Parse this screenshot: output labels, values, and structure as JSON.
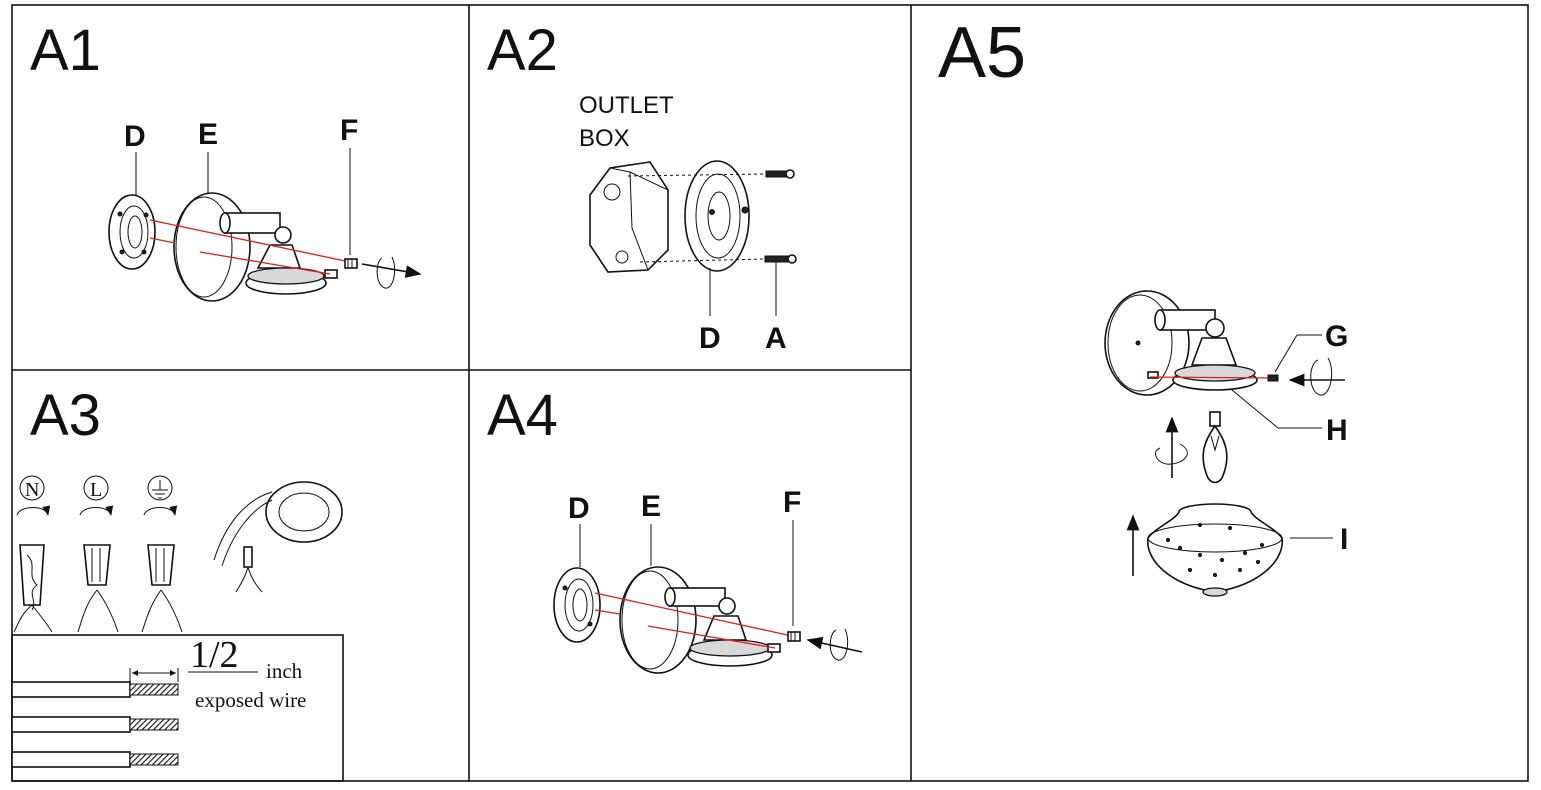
{
  "panels": {
    "a1": {
      "title": "A1",
      "labels": {
        "d": "D",
        "e": "E",
        "f": "F"
      }
    },
    "a2": {
      "title": "A2",
      "outlet_line1": "OUTLET",
      "outlet_line2": "BOX",
      "labels": {
        "d": "D",
        "a": "A"
      }
    },
    "a3": {
      "title": "A3",
      "symbols": {
        "neutral": "N",
        "live": "L"
      },
      "measure_value": "1/2",
      "measure_unit": "inch",
      "measure_note": "exposed wire"
    },
    "a4": {
      "title": "A4",
      "labels": {
        "d": "D",
        "e": "E",
        "f": "F"
      }
    },
    "a5": {
      "title": "A5",
      "labels": {
        "g": "G",
        "h": "H",
        "i": "I"
      }
    }
  },
  "colors": {
    "line": "#111111",
    "guide": "#e0201b",
    "background": "#ffffff"
  },
  "icons": [
    "rotate-arrow-icon",
    "up-arrow-icon",
    "ground-symbol-icon",
    "tape-roll-icon",
    "wire-nut-icon"
  ]
}
